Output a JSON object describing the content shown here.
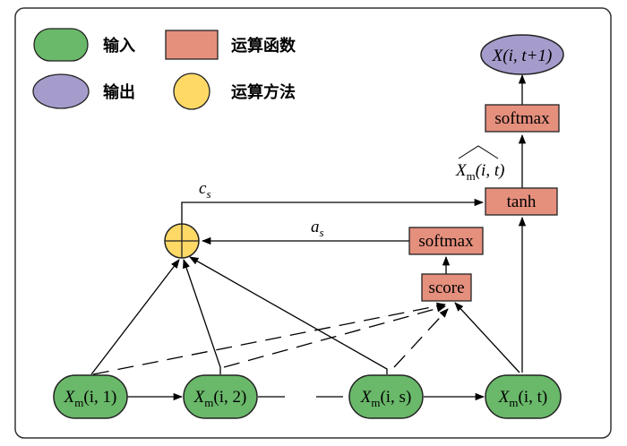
{
  "legend": {
    "input": "输入",
    "function": "运算函数",
    "output": "输出",
    "method": "运算方法"
  },
  "colors": {
    "input_fill": "#6ab86a",
    "output_fill": "#a69ccc",
    "method_fill": "#ffd966",
    "function_fill": "#e58f7d",
    "stroke": "#222222"
  },
  "nodes": {
    "in1": {
      "sym": "X",
      "sub": "m",
      "args": "(i, 1)"
    },
    "in2": {
      "sym": "X",
      "sub": "m",
      "args": "(i, 2)"
    },
    "ins": {
      "sym": "X",
      "sub": "m",
      "args": "(i, s)"
    },
    "int": {
      "sym": "X",
      "sub": "m",
      "args": "(i, t)"
    },
    "score": "score",
    "softmax_left": "softmax",
    "tanh": "tanh",
    "softmax_top": "softmax",
    "output": {
      "sym": "X",
      "args": "(i, t+1)"
    },
    "hidden": {
      "sym": "X",
      "sub": "m",
      "args": "(i, t)"
    }
  },
  "edge_labels": {
    "context": {
      "sym": "c",
      "sub": "s"
    },
    "weight": {
      "sym": "a",
      "sub": "s"
    }
  }
}
